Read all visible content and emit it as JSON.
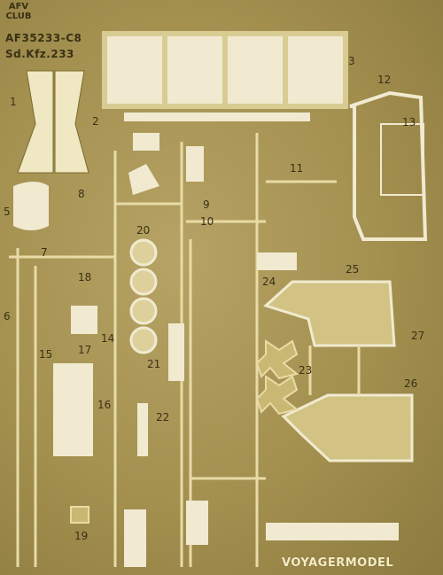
{
  "header": {
    "logo_text": "AFV CLUB",
    "product_code": "AF35233-C8",
    "vehicle": "Sd.Kfz.233"
  },
  "brand": "VOYAGERMODEL",
  "part_numbers": [
    "1",
    "2",
    "3",
    "5",
    "6",
    "7",
    "8",
    "9",
    "10",
    "11",
    "12",
    "13",
    "14",
    "15",
    "16",
    "17",
    "18",
    "19",
    "20",
    "21",
    "22",
    "23",
    "24",
    "25",
    "26",
    "27"
  ],
  "colors": {
    "fret_metal": "#a3904f",
    "etched_highlight": "#e8dba6",
    "shadow": "#6b5a22"
  }
}
